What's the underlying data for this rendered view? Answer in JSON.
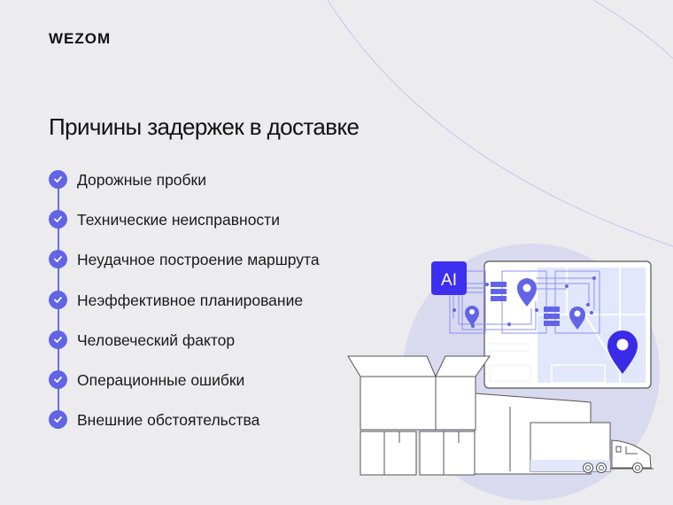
{
  "brand": {
    "logo_text": "WEZOM"
  },
  "page": {
    "title": "Причины задержек в доставке"
  },
  "reasons": [
    {
      "label": "Дорожные пробки"
    },
    {
      "label": "Технические неисправности"
    },
    {
      "label": "Неудачное построение маршрута"
    },
    {
      "label": "Неэффективное планирование"
    },
    {
      "label": "Человеческий фактор"
    },
    {
      "label": "Операционные ошибки"
    },
    {
      "label": "Внешние обстоятельства"
    }
  ],
  "illustration": {
    "ai_badge": "AI"
  },
  "colors": {
    "background": "#ececef",
    "accent": "#6264e6",
    "ai_badge": "#3d2ff0",
    "map_pin": "#3a2be6",
    "circle": "#d9d9ef",
    "line": "#b7b8f2"
  }
}
